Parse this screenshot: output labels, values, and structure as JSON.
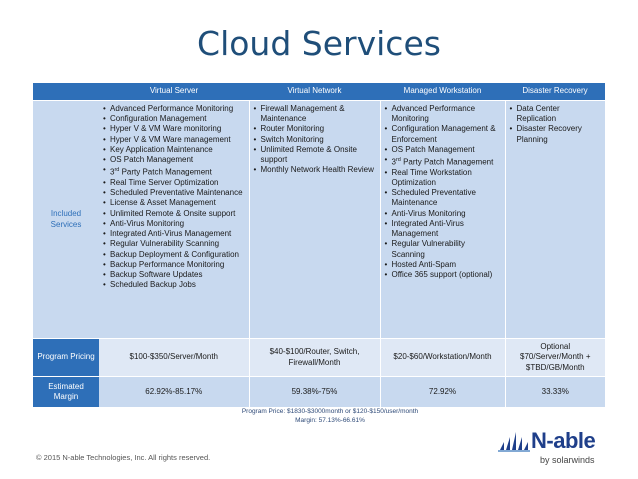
{
  "title": "Cloud Services",
  "columns": [
    "Virtual Server",
    "Virtual Network",
    "Managed Workstation",
    "Disaster Recovery"
  ],
  "rows": {
    "included_label": "Included Services",
    "virtual_server": [
      "Advanced Performance Monitoring",
      "Configuration Management",
      "Hyper V & VM Ware monitoring",
      "Hyper V & VM Ware management",
      "Key Application Maintenance",
      "OS Patch Management",
      "3rd Party Patch Management",
      "Real Time Server Optimization",
      "Scheduled Preventative Maintenance",
      "License & Asset Management",
      "Unlimited Remote & Onsite support",
      "Anti-Virus Monitoring",
      "Integrated Anti-Virus Management",
      "Regular Vulnerability Scanning",
      "Backup Deployment & Configuration",
      "Backup Performance Monitoring",
      "Backup Software Updates",
      "Scheduled Backup Jobs"
    ],
    "virtual_network": [
      "Firewall Management & Maintenance",
      "Router Monitoring",
      "Switch Monitoring",
      "Unlimited Remote & Onsite support",
      "Monthly Network Health Review"
    ],
    "managed_workstation": [
      "Advanced Performance Monitoring",
      "Configuration Management & Enforcement",
      "OS Patch Management",
      "3rd Party Patch Management",
      "Real Time Workstation Optimization",
      "Scheduled Preventative Maintenance",
      "Anti-Virus Monitoring",
      "Integrated Anti-Virus Management",
      "Regular Vulnerability Scanning",
      "Hosted Anti-Spam",
      "Office 365 support (optional)"
    ],
    "disaster_recovery": [
      "Data Center Replication",
      "Disaster Recovery Planning"
    ],
    "pricing_label": "Program Pricing",
    "pricing": [
      "$100-$350/Server/Month",
      "$40-$100/Router, Switch, Firewall/Month",
      "$20-$60/Workstation/Month",
      "Optional $70/Server/Month + $TBD/GB/Month"
    ],
    "margin_label": "Estimated Margin",
    "margin": [
      "62.92%-85.17%",
      "59.38%-75%",
      "72.92%",
      "33.33%"
    ]
  },
  "note": {
    "line1": "Program Price: $1830-$3000month or $120-$150/user/month",
    "line2": "Margin: 57.13%-66.61%"
  },
  "footer": {
    "copyright": "© 2015 N-able Technologies, Inc. All rights reserved."
  },
  "logo": {
    "wordmark": "N-able",
    "sub": "by solarwinds",
    "color": "#1f3f8a"
  }
}
